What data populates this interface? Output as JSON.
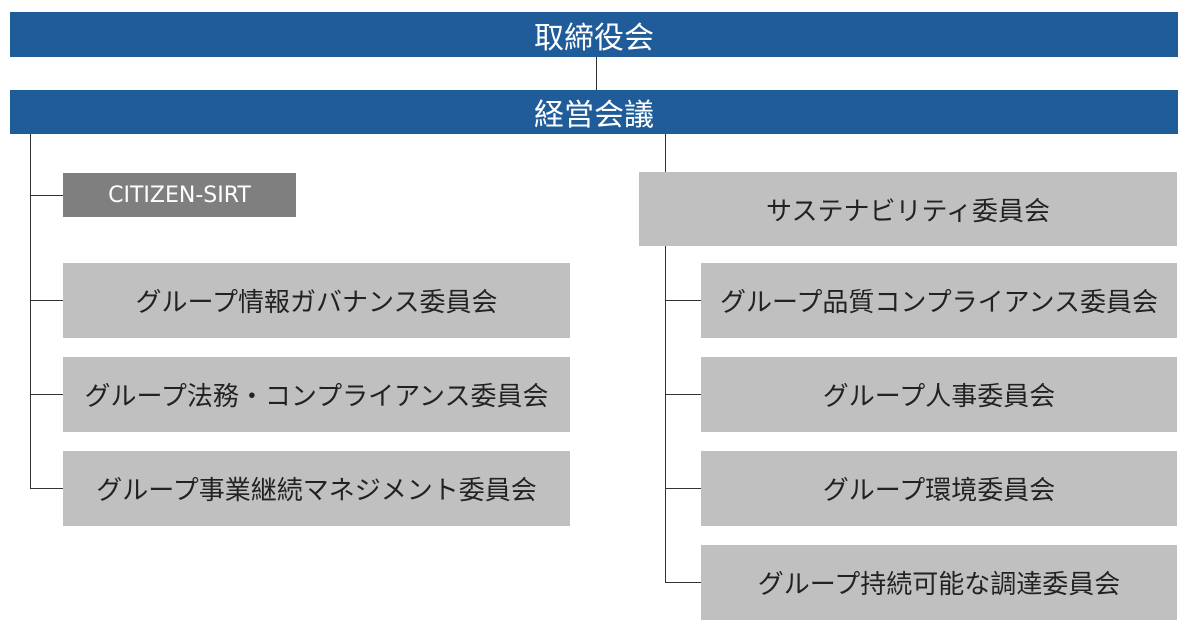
{
  "board": {
    "label": "取締役会"
  },
  "management": {
    "label": "経営会議"
  },
  "left_branch": {
    "sirt": {
      "label": "CITIZEN-SIRT"
    },
    "committees": [
      {
        "label": "グループ情報ガバナンス委員会"
      },
      {
        "label": "グループ法務・コンプライアンス委員会"
      },
      {
        "label": "グループ事業継続マネジメント委員会"
      }
    ]
  },
  "right_branch": {
    "sustainability": {
      "label": "サステナビリティ委員会"
    },
    "committees": [
      {
        "label": "グループ品質コンプライアンス委員会"
      },
      {
        "label": "グループ人事委員会"
      },
      {
        "label": "グループ環境委員会"
      },
      {
        "label": "グループ持続可能な調達委員会"
      }
    ]
  },
  "colors": {
    "header_bar": "#1f5c99",
    "committee_box": "#c0c0c0",
    "sirt_box": "#7f7f7f",
    "connector": "#333333"
  }
}
